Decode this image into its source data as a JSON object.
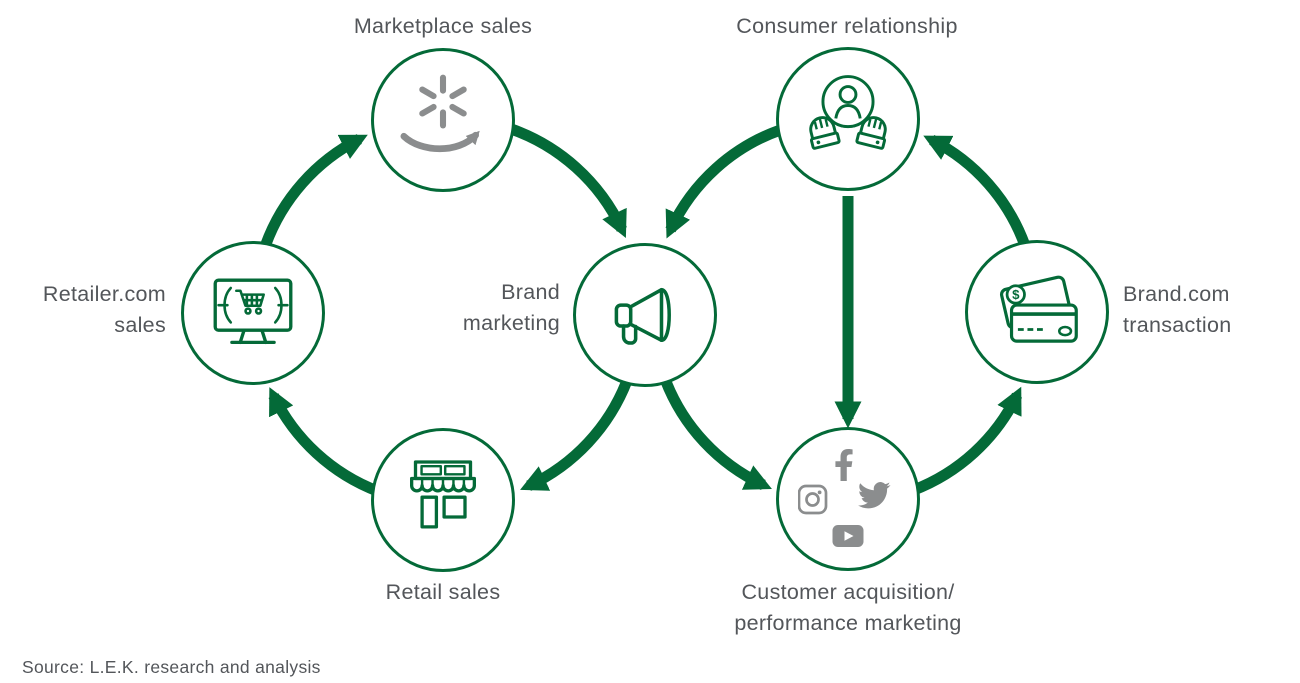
{
  "title": "Brand and retail marketing flywheel diagram",
  "colors": {
    "green": "#046a38",
    "icon_gray": "#8b8d8e",
    "text_gray": "#53565a",
    "background": "#ffffff"
  },
  "labels": {
    "marketplace_sales": "Marketplace sales",
    "consumer_relationship": "Consumer relationship",
    "retailer_line1": "Retailer.com",
    "retailer_line2": "sales",
    "brand_marketing_line1": "Brand",
    "brand_marketing_line2": "marketing",
    "brandcom_line1": "Brand.com",
    "brandcom_line2": "transaction",
    "retail_sales": "Retail sales",
    "acquisition_line1": "Customer acquisition/",
    "acquisition_line2": "performance marketing"
  },
  "card_symbol": "$",
  "source": "Source: L.E.K. research and analysis",
  "nodes": [
    {
      "id": "marketplace-sales",
      "label": "Marketplace sales",
      "icons": [
        "walmart-spark",
        "amazon-smile"
      ]
    },
    {
      "id": "consumer-relationship",
      "label": "Consumer relationship",
      "icons": [
        "hands-holding-person"
      ]
    },
    {
      "id": "retailer-com-sales",
      "label": "Retailer.com sales",
      "icons": [
        "monitor-shopping-cart"
      ]
    },
    {
      "id": "brand-marketing",
      "label": "Brand marketing",
      "icons": [
        "megaphone"
      ]
    },
    {
      "id": "brand-com-transaction",
      "label": "Brand.com transaction",
      "icons": [
        "credit-cards"
      ]
    },
    {
      "id": "retail-sales",
      "label": "Retail sales",
      "icons": [
        "storefront"
      ]
    },
    {
      "id": "customer-acquisition",
      "label": "Customer acquisition/ performance marketing",
      "icons": [
        "facebook",
        "instagram",
        "twitter",
        "youtube"
      ]
    }
  ],
  "edges": [
    {
      "from": "retailer-com-sales",
      "to": "marketplace-sales"
    },
    {
      "from": "marketplace-sales",
      "to": "brand-marketing"
    },
    {
      "from": "brand-marketing",
      "to": "retail-sales"
    },
    {
      "from": "retail-sales",
      "to": "retailer-com-sales"
    },
    {
      "from": "consumer-relationship",
      "to": "brand-marketing"
    },
    {
      "from": "consumer-relationship",
      "to": "customer-acquisition"
    },
    {
      "from": "brand-marketing",
      "to": "customer-acquisition"
    },
    {
      "from": "customer-acquisition",
      "to": "brand-com-transaction"
    },
    {
      "from": "brand-com-transaction",
      "to": "consumer-relationship"
    }
  ]
}
